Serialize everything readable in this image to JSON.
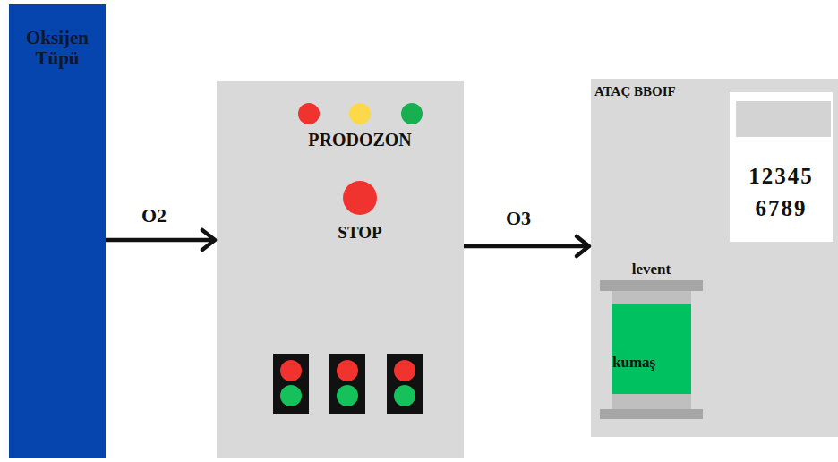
{
  "diagram": {
    "nodes": [
      {
        "text": [
          "Oksijen Tüpü"
        ]
      },
      {
        "text": [
          "PRODOZON",
          "STOP"
        ]
      },
      {
        "text": [
          "ATAÇ BBOIF"
        ]
      },
      {
        "text": [
          "12345",
          "6789"
        ],
        "in": 2
      },
      {
        "text": [
          "levent",
          "kumaş"
        ],
        "in": 2
      }
    ],
    "edges": [
      {
        "from": 0,
        "to": 1,
        "arrow": "to",
        "label": "O2"
      },
      {
        "from": 1,
        "to": 2,
        "arrow": "to",
        "label": "O3"
      }
    ]
  }
}
